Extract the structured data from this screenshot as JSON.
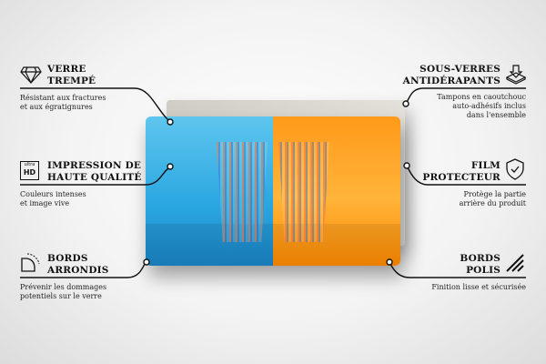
{
  "features": {
    "left": [
      {
        "icon": "diamond-icon",
        "title1": "VERRE",
        "title2": "TREMPÉ",
        "desc1": "Résistant aux fractures",
        "desc2": "et aux égratignures"
      },
      {
        "icon": "ultra-hd-icon",
        "icon_text1": "ultra",
        "icon_text2": "HD",
        "title1": "IMPRESSION DE",
        "title2": "HAUTE QUALITÉ",
        "desc1": "Couleurs intenses",
        "desc2": "et image vive"
      },
      {
        "icon": "rounded-corner-icon",
        "title1": "BORDS",
        "title2": "ARRONDIS",
        "desc1": "Prévenir les dommages",
        "desc2": "potentiels sur le verre"
      }
    ],
    "right": [
      {
        "icon": "anti-slip-pads-icon",
        "title1": "SOUS-VERRES",
        "title2": "ANTIDÉRAPANTS",
        "desc1": "Tampons en caoutchouc",
        "desc2": "auto-adhésifs inclus",
        "desc3": "dans l'ensemble"
      },
      {
        "icon": "shield-check-icon",
        "title1": "FILM",
        "title2": "PROTECTEUR",
        "desc1": "Protège la partie",
        "desc2": "arrière du produit"
      },
      {
        "icon": "polished-edges-icon",
        "title1": "BORDS",
        "title2": "POLIS",
        "desc1": "Finition lisse et sécurisée"
      }
    ]
  },
  "colors": {
    "blue": "#2aa6e0",
    "orange": "#ff9a1a",
    "plate": "#d8d6ce"
  }
}
